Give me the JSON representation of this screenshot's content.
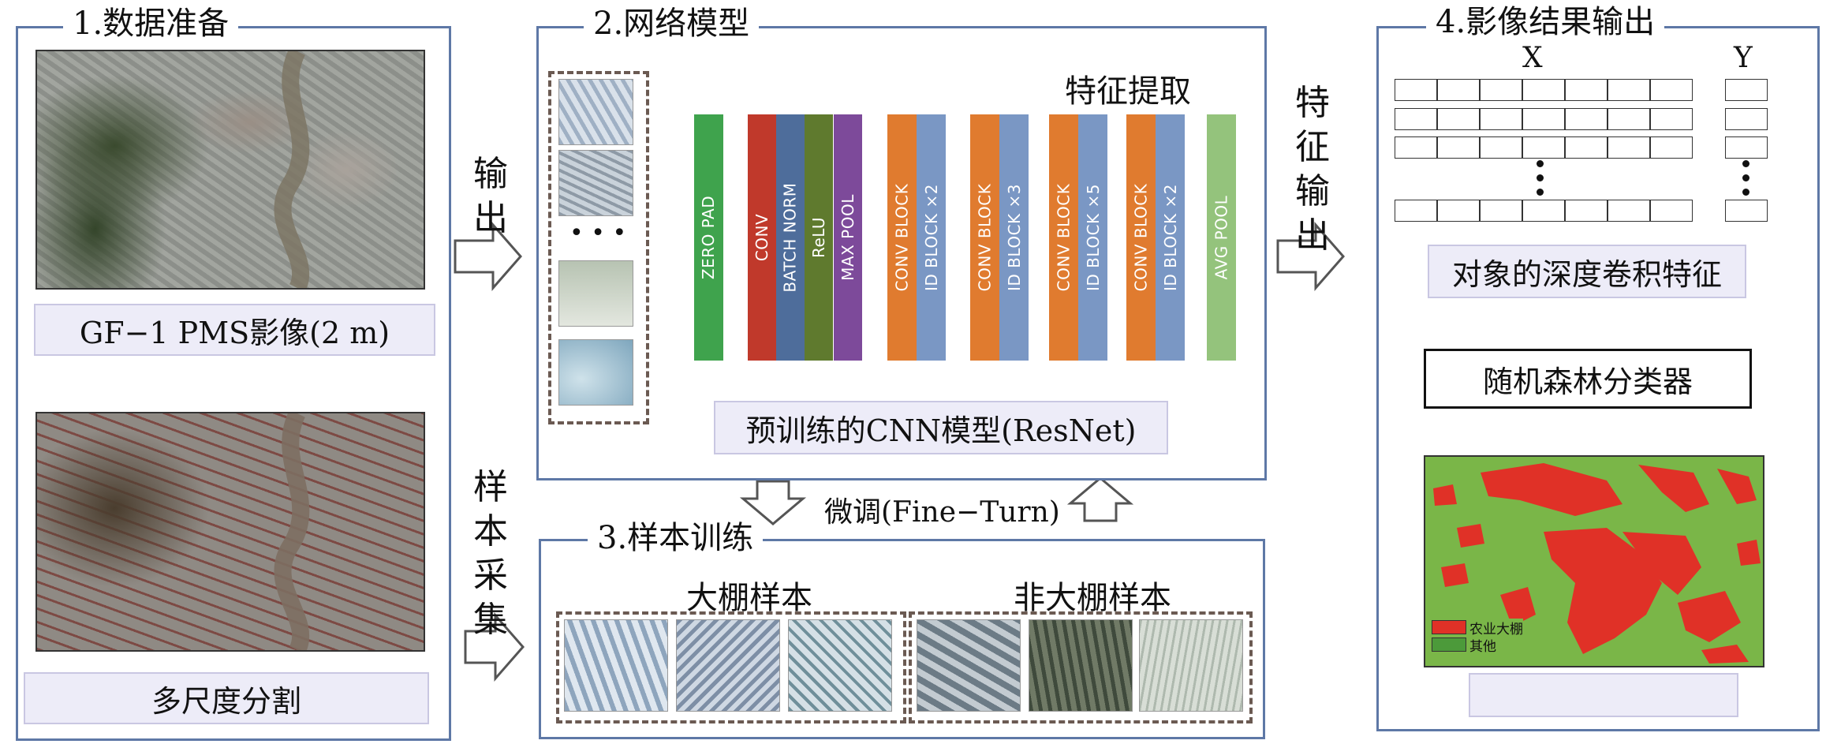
{
  "panels": {
    "data_prep": {
      "title": "1.数据准备",
      "image1_caption": "GF−1 PMS影像(2 m)",
      "image2_caption": "多尺度分割"
    },
    "network": {
      "title": "2.网络模型",
      "feature_extraction": "特征提取",
      "model_caption": "预训练的CNN模型(ResNet)",
      "layers": [
        {
          "label": "ZERO PAD",
          "color": "#3fa34d"
        },
        {
          "label": "CONV",
          "color": "#c0392b"
        },
        {
          "label": "BATCH NORM",
          "color": "#4e6d9b"
        },
        {
          "label": "ReLU",
          "color": "#5f7a2e"
        },
        {
          "label": "MAX POOL",
          "color": "#7d4a9a"
        },
        {
          "label": "CONV BLOCK",
          "color": "#e07b2f"
        },
        {
          "label": "ID BLOCK ×2",
          "color": "#7a97c4"
        },
        {
          "label": "CONV BLOCK",
          "color": "#e07b2f"
        },
        {
          "label": "ID BLOCK ×3",
          "color": "#7a97c4"
        },
        {
          "label": "CONV BLOCK",
          "color": "#e07b2f"
        },
        {
          "label": "ID BLOCK ×5",
          "color": "#7a97c4"
        },
        {
          "label": "CONV BLOCK",
          "color": "#e07b2f"
        },
        {
          "label": "ID BLOCK ×2",
          "color": "#7a97c4"
        },
        {
          "label": "AVG POOL",
          "color": "#94c37c"
        }
      ],
      "ellipsis": "• • •"
    },
    "sample_training": {
      "title": "3.样本训练",
      "greenhouse_samples": "大棚样本",
      "non_greenhouse_samples": "非大棚样本"
    },
    "result_output": {
      "title": "4.影像结果输出",
      "x_label": "X",
      "y_label": "Y",
      "features_caption": "对象的深度卷积特征",
      "classifier": "随机森林分类器",
      "legend": [
        {
          "label": "农业大棚",
          "color": "#e03127"
        },
        {
          "label": "其他",
          "color": "#7ab648"
        }
      ]
    }
  },
  "connectors": {
    "output_label": "输出",
    "sample_collection_label": "样本采集",
    "feature_output_label": "特征输出",
    "fine_tune_label": "微调(Fine−Turn)"
  }
}
